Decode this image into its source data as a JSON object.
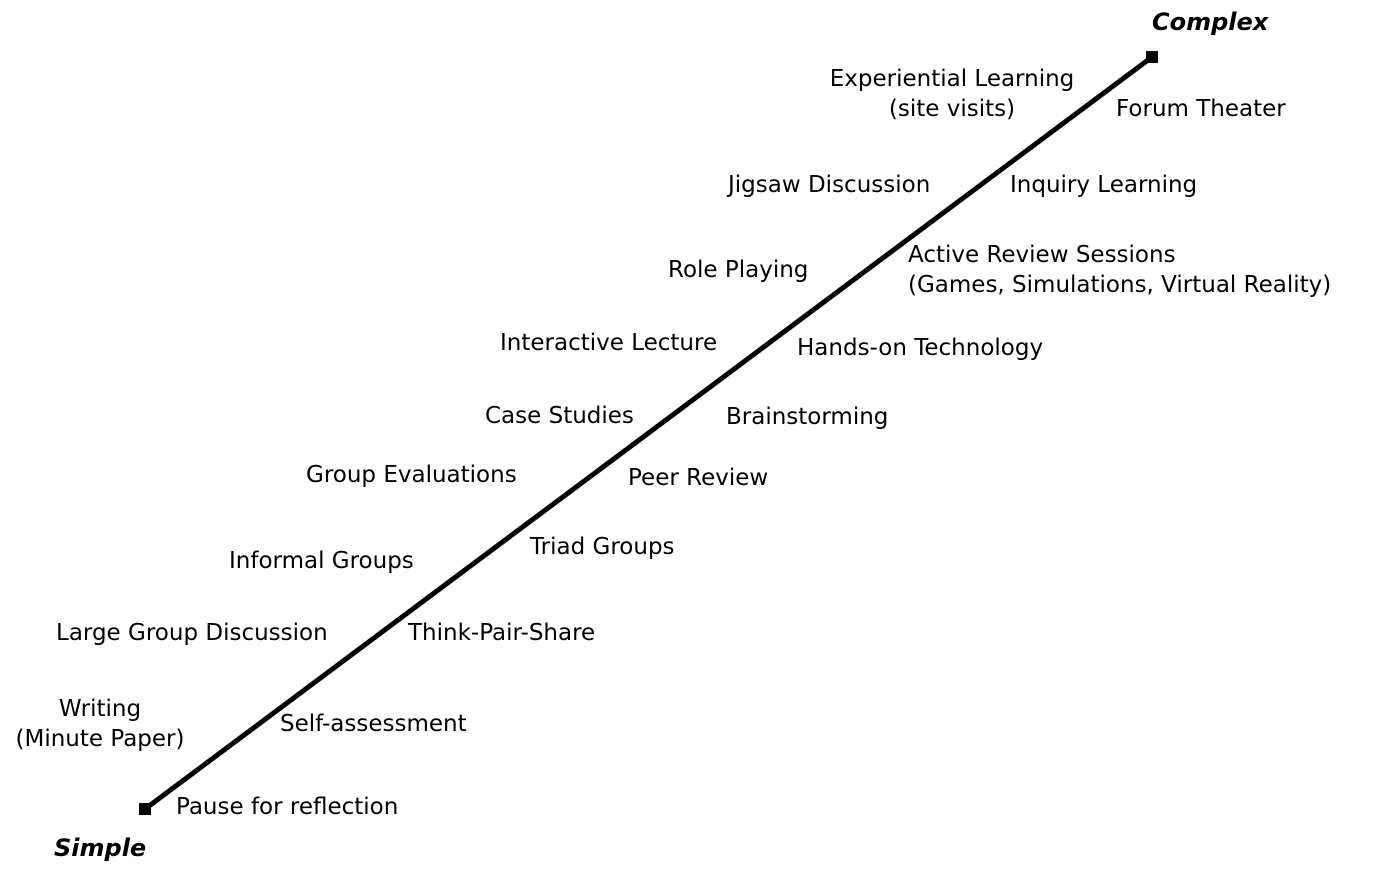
{
  "ends": {
    "simple": "Simple",
    "complex": "Complex"
  },
  "labels": {
    "experiential": [
      "Experiential Learning",
      "(site visits)"
    ],
    "forum": "Forum Theater",
    "jigsaw": "Jigsaw Discussion",
    "inquiry": "Inquiry Learning",
    "role": "Role Playing",
    "active_review": [
      "Active Review Sessions",
      "(Games, Simulations, Virtual Reality)"
    ],
    "interactive": "Interactive Lecture",
    "handson": "Hands-on Technology",
    "case": "Case Studies",
    "brainstorm": "Brainstorming",
    "group_eval": "Group Evaluations",
    "peer": "Peer Review",
    "informal": "Informal Groups",
    "triad": "Triad Groups",
    "large_group": "Large Group Discussion",
    "think": "Think-Pair-Share",
    "writing": [
      "Writing",
      "(Minute Paper)"
    ],
    "self": "Self-assessment",
    "pause": "Pause for reflection"
  }
}
